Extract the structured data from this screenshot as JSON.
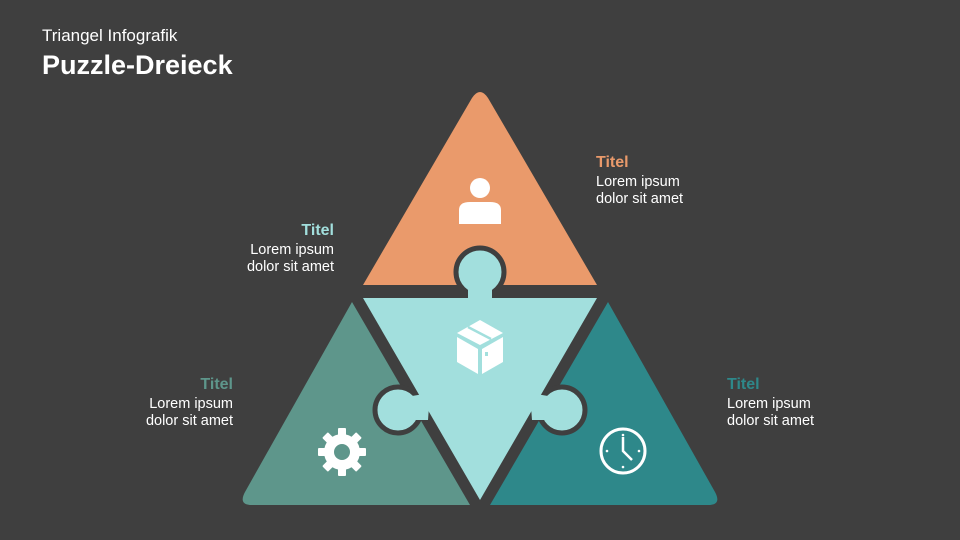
{
  "header": {
    "subtitle": "Triangel Infografik",
    "title": "Puzzle-Dreieck"
  },
  "colors": {
    "background": "#3f3f3f",
    "orange": "#ea9a6b",
    "light_teal": "#a2dfdd",
    "sage": "#5e968b",
    "teal": "#2e888a"
  },
  "segments": [
    {
      "id": "top",
      "icon": "user-icon",
      "title": "Titel",
      "line1": "Lorem ipsum",
      "line2": "dolor sit amet",
      "color": "#ea9a6b"
    },
    {
      "id": "center",
      "icon": "box-icon",
      "title": "Titel",
      "line1": "Lorem ipsum",
      "line2": "dolor sit amet",
      "color": "#a2dfdd"
    },
    {
      "id": "left",
      "icon": "gear-icon",
      "title": "Titel",
      "line1": "Lorem ipsum",
      "line2": "dolor sit amet",
      "color": "#5e968b"
    },
    {
      "id": "right",
      "icon": "clock-icon",
      "title": "Titel",
      "line1": "Lorem ipsum",
      "line2": "dolor sit amet",
      "color": "#2e888a"
    }
  ]
}
